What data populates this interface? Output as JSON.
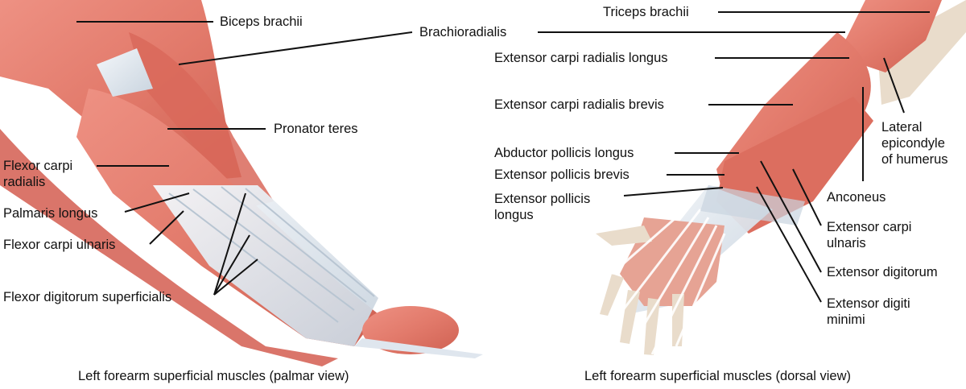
{
  "palmar": {
    "caption": "Left forearm superficial muscles (palmar view)",
    "labels": {
      "biceps_brachii": "Biceps brachii",
      "brachioradialis": "Brachioradialis",
      "pronator_teres": "Pronator teres",
      "flexor_carpi_radialis": [
        "Flexor carpi",
        "radialis"
      ],
      "palmaris_longus": "Palmaris longus",
      "flexor_carpi_ulnaris": "Flexor carpi ulnaris",
      "flexor_digitorum_superficialis": "Flexor digitorum superficialis"
    }
  },
  "dorsal": {
    "caption": "Left forearm superficial muscles (dorsal view)",
    "labels": {
      "triceps_brachii": "Triceps brachii",
      "extensor_carpi_radialis_longus": "Extensor carpi radialis longus",
      "extensor_carpi_radialis_brevis": "Extensor carpi radialis brevis",
      "abductor_pollicis_longus": "Abductor pollicis longus",
      "extensor_pollicis_brevis": "Extensor pollicis brevis",
      "extensor_pollicis_longus": [
        "Extensor pollicis",
        "longus"
      ],
      "lateral_epicondyle": [
        "Lateral",
        "epicondyle",
        "of humerus"
      ],
      "anconeus": "Anconeus",
      "extensor_carpi_ulnaris": [
        "Extensor carpi",
        "ulnaris"
      ],
      "extensor_digitorum": "Extensor digitorum",
      "extensor_digiti_minimi": [
        "Extensor digiti",
        "minimi"
      ]
    }
  },
  "colors": {
    "muscle": "#e27a6b",
    "muscle_dark": "#c9574a",
    "muscle_light": "#f2a193",
    "tendon": "#dfe6ee",
    "bone": "#e9dccb",
    "leader": "#111111"
  }
}
